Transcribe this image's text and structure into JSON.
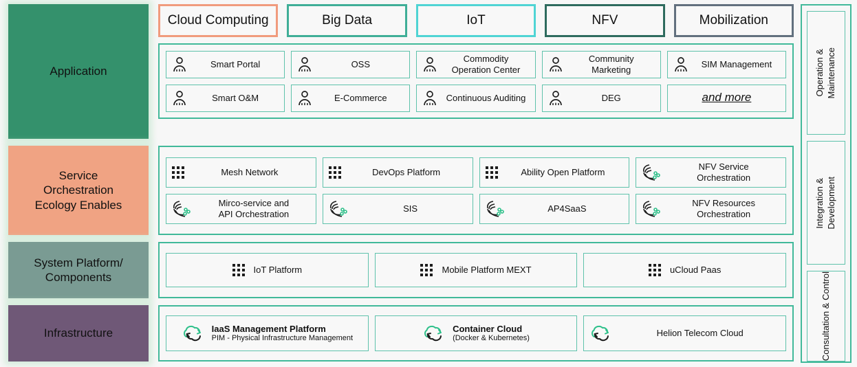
{
  "colors": {
    "accent_teal": "#41b99a",
    "cell_border": "#5ec2ab",
    "application_fill": "#34916c",
    "service_fill": "#f0a383",
    "system_fill": "#7a9b93",
    "infrastructure_fill": "#6f5877",
    "tag_cloud_computing": "#f09b7d",
    "tag_big_data": "#3fae97",
    "tag_iot": "#4fd4d4",
    "tag_nfv": "#2e6b5e",
    "tag_mobilization": "#62707e",
    "icon_green": "#2ec08a"
  },
  "tags": [
    {
      "label": "Cloud Computing",
      "color": "#f09b7d"
    },
    {
      "label": "Big Data",
      "color": "#3fae97"
    },
    {
      "label": "IoT",
      "color": "#4fd4d4"
    },
    {
      "label": "NFV",
      "color": "#2e6b5e"
    },
    {
      "label": "Mobilization",
      "color": "#62707e"
    }
  ],
  "layers": {
    "application": {
      "label": "Application",
      "fill": "#34916c"
    },
    "service": {
      "label": "Service\nOrchestration\nEcology Enables",
      "fill": "#f0a383"
    },
    "system": {
      "label": "System Platform/\nComponents",
      "fill": "#7a9b93"
    },
    "infrastructure": {
      "label": "Infrastructure",
      "fill": "#6f5877"
    }
  },
  "application_items": {
    "row1": [
      {
        "label": "Smart Portal",
        "icon": "person-icon",
        "width": 160
      },
      {
        "label": "OSS",
        "icon": "person-icon",
        "width": 170
      },
      {
        "label": "Commodity\nOperation Center",
        "icon": "person-icon",
        "width": 185
      },
      {
        "label": "Community\nMarketing",
        "icon": "person-icon",
        "width": 185
      },
      {
        "label": "SIM Management",
        "icon": "person-icon",
        "width": 185
      }
    ],
    "row2": [
      {
        "label": "Smart O&M",
        "icon": "person-icon",
        "width": 160
      },
      {
        "label": "E-Commerce",
        "icon": "person-icon",
        "width": 170
      },
      {
        "label": "Continuous Auditing",
        "icon": "person-icon",
        "width": 185
      },
      {
        "label": "DEG",
        "icon": "person-icon",
        "width": 185
      },
      {
        "label": "and more",
        "icon": "none",
        "width": 185,
        "style": "italic-underline"
      }
    ]
  },
  "service_items": {
    "row1": [
      {
        "label": "Mesh Network",
        "icon": "dot-grid-icon"
      },
      {
        "label": "DevOps Platform",
        "icon": "dot-grid-icon"
      },
      {
        "label": "Ability Open Platform",
        "icon": "dot-grid-icon"
      },
      {
        "label": "NFV Service\nOrchestration",
        "icon": "orchestration-icon"
      }
    ],
    "row2": [
      {
        "label": "Mirco-service and\nAPI Orchestration",
        "icon": "orchestration-icon"
      },
      {
        "label": "SIS",
        "icon": "orchestration-icon"
      },
      {
        "label": "AP4SaaS",
        "icon": "orchestration-icon"
      },
      {
        "label": "NFV Resources\nOrchestration",
        "icon": "orchestration-icon"
      }
    ]
  },
  "system_items": [
    {
      "label": "IoT Platform",
      "icon": "dot-grid-icon"
    },
    {
      "label": "Mobile Platform MEXT",
      "icon": "dot-grid-icon"
    },
    {
      "label": "uCloud Paas",
      "icon": "dot-grid-icon"
    }
  ],
  "infrastructure_items": [
    {
      "label": "IaaS Management Platform",
      "sublabel": "PIM - Physical Infrastructure Management",
      "icon": "cloud-icon"
    },
    {
      "label": "Container Cloud",
      "sublabel": "(Docker & Kubernetes)",
      "icon": "cloud-icon"
    },
    {
      "label": "Helion Telecom Cloud",
      "sublabel": "",
      "icon": "cloud-icon"
    }
  ],
  "sidebar": {
    "items": [
      {
        "label": "Operation &\nMaintenance"
      },
      {
        "label": "Integration &\nDevelopment"
      },
      {
        "label": "Consultation & Control"
      }
    ]
  }
}
